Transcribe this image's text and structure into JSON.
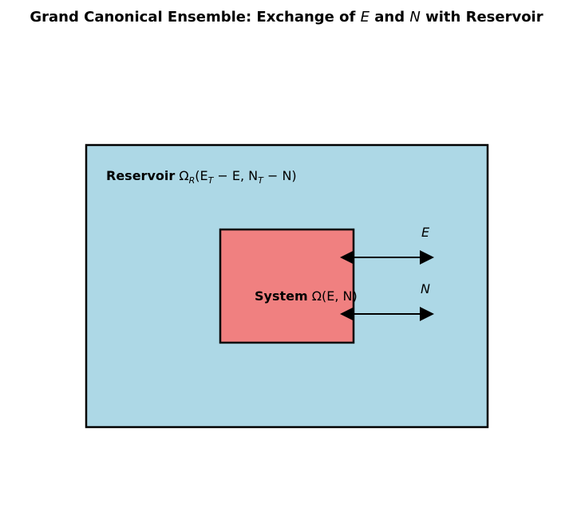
{
  "title": {
    "prefix": "Grand Canonical Ensemble: Exchange of ",
    "var_e": "E",
    "mid": " and ",
    "var_n": "N",
    "suffix": " with Reservoir"
  },
  "reservoir": {
    "label_bold": "Reservoir",
    "omega": "Ω",
    "omega_sub": "R",
    "args": "(E",
    "et_sub": "T",
    "args_mid": " − E, N",
    "nt_sub": "T",
    "args_end": " − N)",
    "fill_color": "#add8e6",
    "stroke_color": "#000000"
  },
  "system": {
    "label_bold": "System",
    "formula": "Ω(E, N)",
    "fill_color": "#f08080",
    "stroke_color": "#000000"
  },
  "exchanges": [
    {
      "label": "E"
    },
    {
      "label": "N"
    }
  ]
}
